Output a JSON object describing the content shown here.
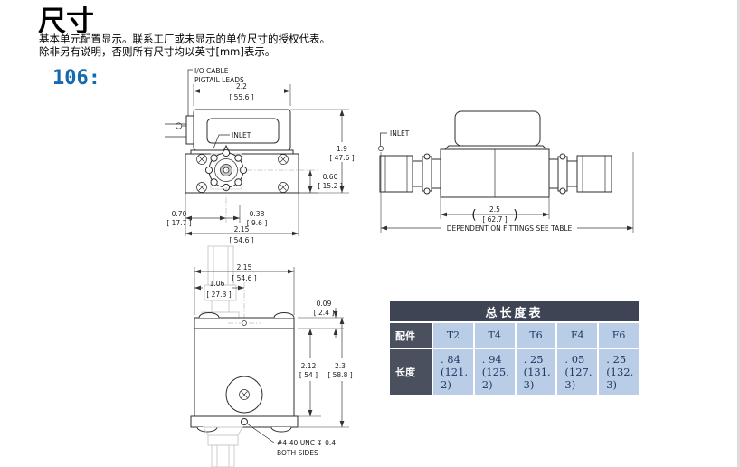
{
  "page": {
    "title": "尺寸",
    "intro_line1": "基本单元配置显示。联系工厂或未显示的单位尺寸的授权代表。",
    "intro_line2": "除非另有说明，否则所有尺寸均以英寸[mm]表示。",
    "model_label": "106:"
  },
  "colors": {
    "accent_blue": "#1569b0",
    "table_header_bg": "#3e4454",
    "table_label_bg": "#4b505e",
    "table_cell_bg": "#b9cde6",
    "table_cell_text": "#1f3864",
    "page_edge": "#dcdcdc"
  },
  "front_view": {
    "io_cable_line1": "I/O CABLE",
    "io_cable_line2": "PIGTAIL LEADS",
    "inlet_label": "INLET",
    "dim_width_in": "2.2",
    "dim_width_mm": "[ 55.6 ]",
    "dim_height_in": "1.9",
    "dim_height_mm": "[ 47.6 ]",
    "dim_knob_in": "0.60",
    "dim_knob_mm": "[ 15.2 ]",
    "dim_left_in": "0.70",
    "dim_left_mm": "[ 17.7 ]",
    "dim_center_in": "0.38",
    "dim_center_mm": "[ 9.6 ]",
    "dim_base_in": "2.15",
    "dim_base_mm": "[ 54.6 ]"
  },
  "side_view": {
    "inlet_label": "INLET",
    "dim_length_in": "2.5",
    "dim_length_mm": "[ 62.7 ]",
    "paren_open": "(",
    "paren_close": ")",
    "fittings_note": "DEPENDENT ON FITTINGS   SEE TABLE"
  },
  "bottom_view": {
    "dim_width_in": "2.15",
    "dim_width_mm": "[ 54.6 ]",
    "dim_offset_in": "1.06",
    "dim_offset_mm": "[ 27.3 ]",
    "dim_plate_in": "0.09",
    "dim_plate_mm": "[ 2.4 ]",
    "dim_body_in": "2.12",
    "dim_body_mm": "[ 54 ]",
    "dim_overall_in": "2.3",
    "dim_overall_mm": "[ 58.8 ]",
    "thread_note_line1": "#4-40 UNC ↧ 0.4",
    "thread_note_line2": "BOTH SIDES"
  },
  "length_table": {
    "title": "总长度表",
    "fitting_header": "配件",
    "length_header": "长度",
    "columns": [
      "T2",
      "T4",
      "T6",
      "F4",
      "F6"
    ],
    "lengths_in": [
      ". 84",
      ". 94",
      ". 25",
      ". 05",
      ". 25"
    ],
    "lengths_mm": [
      "(121. 2)",
      "(125. 2)",
      "(131. 3)",
      "(127. 3)",
      "(132. 3)"
    ]
  }
}
